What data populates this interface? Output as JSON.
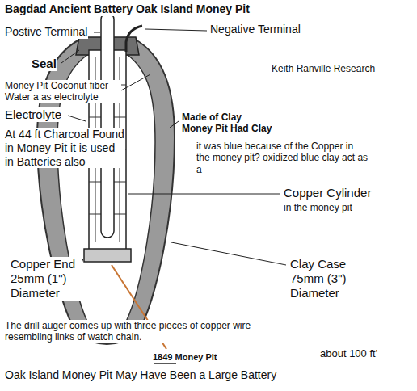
{
  "diagram": {
    "title": "Bagdad Ancient Battery Oak Island Money Pit",
    "caption": "Oak Island Money Pit May Have Been a Large Battery",
    "labels": [
      "Postive Terminal",
      "Negative Terminal",
      "Seal",
      "Keith Ranville Research",
      "Money Pit Coconut fiber Water a as electrolyte",
      "Electrolyte",
      "At 44 ft Charcoal Found in Money Pit it is used in Batteries also",
      "Made of Clay Money Pit Had Clay",
      "it was blue because of the Copper in the money pit? oxidized blue clay act as a",
      "Copper Cylinder",
      "in the money pit",
      "Copper End 25mm (1\") Diameter",
      "Clay Case 75mm (3\") Diameter",
      "The drill auger comes up with three pieces of copper wire resembling links of watch chain.",
      "1849 Money Pit",
      "about 100 ft'"
    ]
  }
}
